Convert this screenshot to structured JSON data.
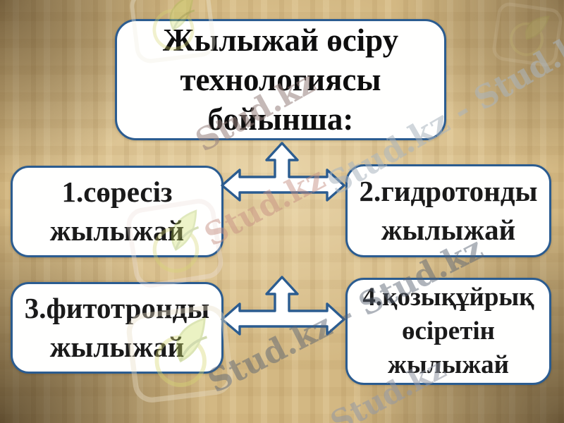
{
  "slide": {
    "title": "Жылыжай өсіру\nтехнологиясы\nбойынша:",
    "nodes": [
      {
        "label": "1.сөресіз\nжылыжай"
      },
      {
        "label": "2.гидротонды\nжылыжай"
      },
      {
        "label": "3.фитотронды\nжылыжай"
      },
      {
        "label": "4.қозықұйрық\nөсіретін\nжылыжай"
      }
    ]
  },
  "connectors": [
    {
      "type": "three-way-arrow",
      "directions": [
        "up",
        "left",
        "right"
      ],
      "links": "title–node1–node2"
    },
    {
      "type": "three-way-arrow",
      "directions": [
        "up",
        "left",
        "right"
      ],
      "links": "gap–node3–node4"
    }
  ],
  "watermark": {
    "brand": "Stud.kz",
    "icon": "leaf-logo-icon",
    "texts": [
      {
        "text": "Stud.kz"
      },
      {
        "text": "Stud.kz - Stud.kz"
      },
      {
        "text": "Stud.kz"
      },
      {
        "text": "Stud.kz - Stud.kz"
      },
      {
        "text": "Stud.kz"
      }
    ]
  },
  "colors": {
    "box_border": "#2b5c90",
    "box_fill": "#fffffe",
    "title_text": "#0e0e0e",
    "node_text": "#1a1a1a",
    "background_parchment": "#d3b883",
    "background_highlight": "#f0e1b8",
    "vignette_corner": "#2c1b07",
    "arrow_fill": "#ffffff",
    "arrow_stroke": "#2b5c90",
    "leaf_yellow": "#e5e27a",
    "leaf_green": "#a9c04b"
  }
}
